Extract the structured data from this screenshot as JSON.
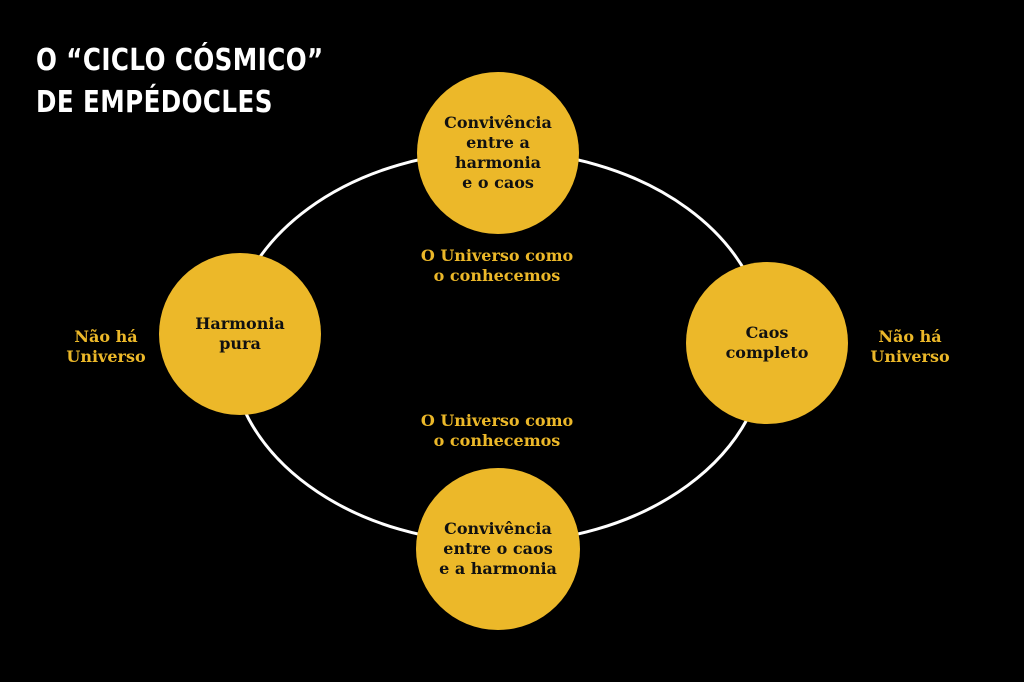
{
  "title": {
    "line1": "O “CICLO CÓSMICO”",
    "line2": "DE EMPÉDOCLES"
  },
  "colors": {
    "background": "#000000",
    "node_fill": "#ecb829",
    "node_text": "#111111",
    "label_text": "#ecb829",
    "ring_stroke": "#ffffff",
    "title_text": "#ffffff"
  },
  "nodes": {
    "top": {
      "lines": [
        "Convivência",
        "entre a",
        "harmonia",
        "e o caos"
      ]
    },
    "left": {
      "lines": [
        "Harmonia",
        "pura"
      ]
    },
    "right": {
      "lines": [
        "Caos",
        "completo"
      ]
    },
    "bottom": {
      "lines": [
        "Convivência",
        "entre o caos",
        "e a harmonia"
      ]
    }
  },
  "labels": {
    "upper_center": {
      "lines": [
        "O Universo como",
        "o conhecemos"
      ]
    },
    "lower_center": {
      "lines": [
        "O Universo como",
        "o conhecemos"
      ]
    },
    "left_outer": {
      "lines": [
        "Não há",
        "Universo"
      ]
    },
    "right_outer": {
      "lines": [
        "Não há",
        "Universo"
      ]
    }
  }
}
